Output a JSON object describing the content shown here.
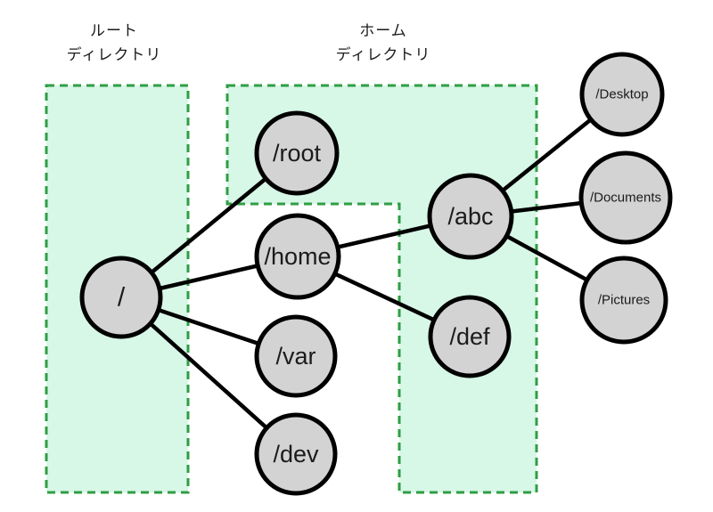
{
  "diagram": {
    "title": "filesystem-directory-tree",
    "colors": {
      "background": "#ffffff",
      "region_fill": "#d7f7e7",
      "region_border": "#2f9e44",
      "node_fill": "#d3d3d3",
      "node_border": "#000000",
      "edge": "#000000",
      "text": "#1b1b1b"
    },
    "regions": [
      {
        "id": "root-directory",
        "label_lines": [
          "ルート",
          "ディレクトリ"
        ]
      },
      {
        "id": "home-directory",
        "label_lines": [
          "ホーム",
          "ディレクトリ"
        ]
      }
    ],
    "nodes": [
      {
        "id": "root",
        "label": "/"
      },
      {
        "id": "root-subdir",
        "label": "/root"
      },
      {
        "id": "home",
        "label": "/home"
      },
      {
        "id": "var",
        "label": "/var"
      },
      {
        "id": "dev",
        "label": "/dev"
      },
      {
        "id": "abc",
        "label": "/abc"
      },
      {
        "id": "def",
        "label": "/def"
      },
      {
        "id": "desktop",
        "label": "/Desktop"
      },
      {
        "id": "documents",
        "label": "/Documents"
      },
      {
        "id": "pictures",
        "label": "/Pictures"
      }
    ],
    "edges": [
      {
        "from": "root",
        "to": "root-subdir"
      },
      {
        "from": "root",
        "to": "home"
      },
      {
        "from": "root",
        "to": "var"
      },
      {
        "from": "root",
        "to": "dev"
      },
      {
        "from": "home",
        "to": "abc"
      },
      {
        "from": "home",
        "to": "def"
      },
      {
        "from": "abc",
        "to": "desktop"
      },
      {
        "from": "abc",
        "to": "documents"
      },
      {
        "from": "abc",
        "to": "pictures"
      }
    ]
  }
}
